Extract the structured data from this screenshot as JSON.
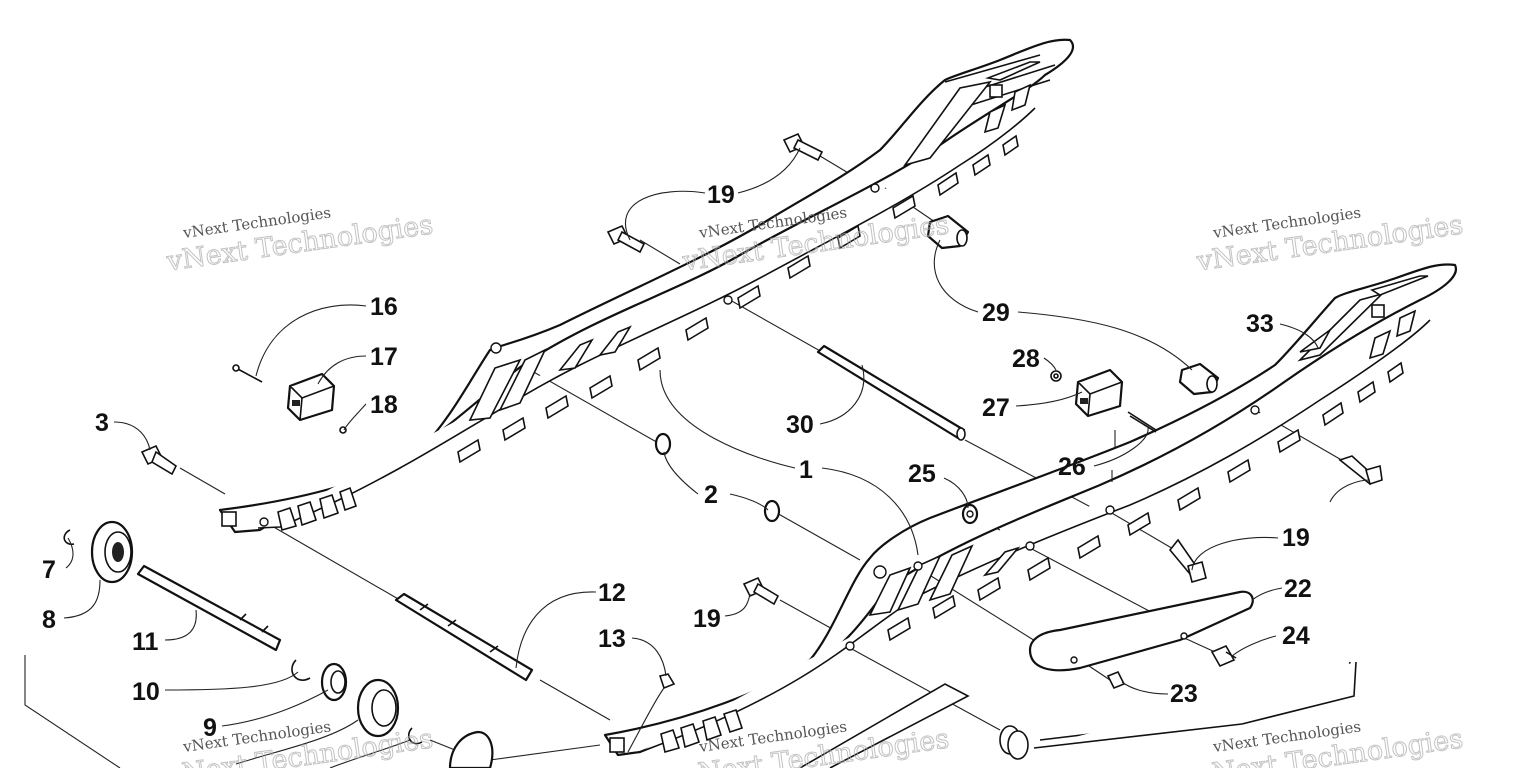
{
  "diagram": {
    "callouts": [
      {
        "id": "c19a",
        "label": "19"
      },
      {
        "id": "c16",
        "label": "16"
      },
      {
        "id": "c17",
        "label": "17"
      },
      {
        "id": "c18",
        "label": "18"
      },
      {
        "id": "c3",
        "label": "3"
      },
      {
        "id": "c29",
        "label": "29"
      },
      {
        "id": "c33",
        "label": "33"
      },
      {
        "id": "c28",
        "label": "28"
      },
      {
        "id": "c27",
        "label": "27"
      },
      {
        "id": "c30",
        "label": "30"
      },
      {
        "id": "c26",
        "label": "26"
      },
      {
        "id": "c1",
        "label": "1"
      },
      {
        "id": "c25",
        "label": "25"
      },
      {
        "id": "c2",
        "label": "2"
      },
      {
        "id": "c19b",
        "label": "19"
      },
      {
        "id": "c7",
        "label": "7"
      },
      {
        "id": "c8",
        "label": "8"
      },
      {
        "id": "c12",
        "label": "12"
      },
      {
        "id": "c22",
        "label": "22"
      },
      {
        "id": "c13",
        "label": "13"
      },
      {
        "id": "c19c",
        "label": "19"
      },
      {
        "id": "c24",
        "label": "24"
      },
      {
        "id": "c11",
        "label": "11"
      },
      {
        "id": "c23",
        "label": "23"
      },
      {
        "id": "c10",
        "label": "10"
      },
      {
        "id": "c9",
        "label": "9"
      }
    ],
    "watermarks": [
      {
        "small": "vNext Technologies",
        "big": "vNext Technologies"
      },
      {
        "small": "vNext Technologies",
        "big": "vNext Technologies"
      },
      {
        "small": "vNext Technologies",
        "big": "vNext Technologies"
      },
      {
        "small": "vNext Technologies",
        "big": "vNext Technologies"
      },
      {
        "small": "vNext Technologies",
        "big": "vNext Technologies"
      },
      {
        "small": "vNext Technologies",
        "big": "vNext Technologies"
      }
    ]
  }
}
